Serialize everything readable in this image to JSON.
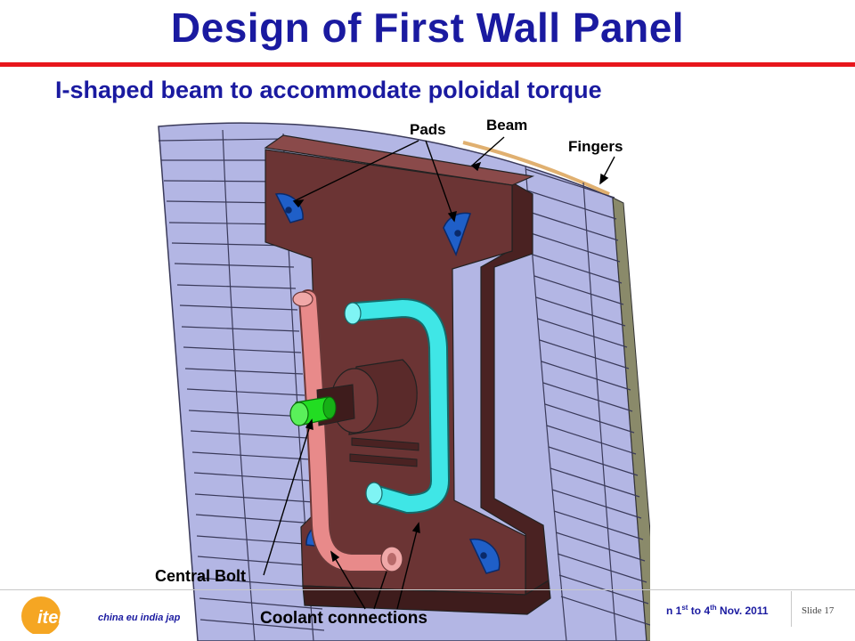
{
  "slide": {
    "title": "Design of First Wall Panel",
    "subtitle": "I-shaped beam to accommodate poloidal torque"
  },
  "labels": {
    "pads": "Pads",
    "beam": "Beam",
    "fingers": "Fingers",
    "central_bolt": "Central Bolt",
    "coolant": "Coolant connections"
  },
  "footer": {
    "logo_word": "iter",
    "members": "china eu india jap",
    "date_prefix": "n 1",
    "date_sup1": "st",
    "date_mid": " to 4",
    "date_sup2": "th",
    "date_suffix": " Nov. 2011",
    "slide_number": "Slide 17"
  },
  "colors": {
    "title": "#1a1aa0",
    "rule": "#e8161c",
    "beam": "#6b3434",
    "fingers": "#b3b6e4",
    "pads": "#1f5fc8",
    "coolant_cyan": "#3fe6e6",
    "coolant_pink": "#e88a8a",
    "bolt": "#22dd22",
    "logo": "#f5a623"
  }
}
